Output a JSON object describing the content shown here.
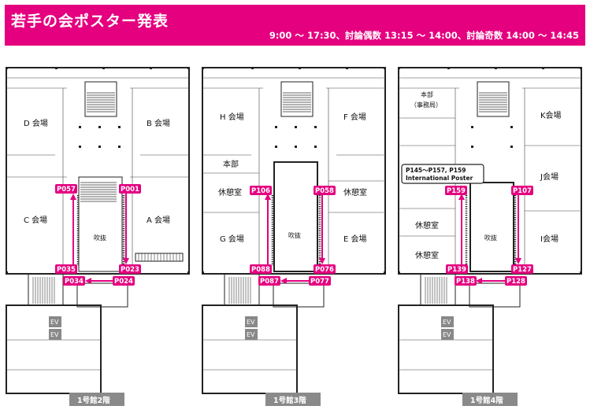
{
  "banner": {
    "title": "若手の会ポスター発表",
    "subtitle": "9:00 〜 17:30、討論偶数 13:15 〜 14:00、討論奇数 14:00 〜 14:45"
  },
  "floors": [
    {
      "caption": "1号館2階",
      "rooms": [
        "D 会場",
        "B 会場",
        "C 会場",
        "A 会場"
      ],
      "atrium": "吹抜",
      "ev": [
        "EV",
        "EV"
      ],
      "tags": [
        "P057",
        "P001",
        "P035",
        "P023",
        "P034",
        "P024"
      ]
    },
    {
      "caption": "1号館3階",
      "rooms": [
        "H 会場",
        "F 会場",
        "本部",
        "休憩室",
        "休憩室",
        "G 会場",
        "E 会場"
      ],
      "atrium": "吹抜",
      "ev": [
        "EV",
        "EV"
      ],
      "tags": [
        "P106",
        "P058",
        "P088",
        "P076",
        "P087",
        "P077"
      ]
    },
    {
      "caption": "1号館4階",
      "rooms": [
        "本部",
        "（事務局）",
        "K会場",
        "J会場",
        "休憩室",
        "休憩室",
        "I会場"
      ],
      "atrium": "吹抜",
      "ev": [
        "EV",
        "EV"
      ],
      "tags": [
        "P159",
        "P107",
        "P139",
        "P127",
        "P138",
        "P128"
      ],
      "note": [
        "P145〜P157, P159",
        "International Poster"
      ]
    }
  ],
  "colors": {
    "accent": "#e4007f",
    "caption_bg": "#8a8a8a"
  }
}
